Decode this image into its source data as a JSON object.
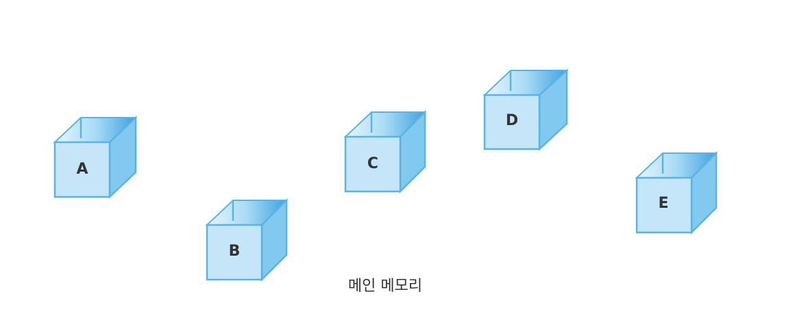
{
  "boxes": [
    {
      "id": "a",
      "label": "A"
    },
    {
      "id": "b",
      "label": "B"
    },
    {
      "id": "c",
      "label": "C"
    },
    {
      "id": "d",
      "label": "D"
    },
    {
      "id": "e",
      "label": "E"
    }
  ],
  "caption": "메인 메모리",
  "colors": {
    "front": "#c5e5f8",
    "side": "#82c9ef",
    "edge": "#58b4e6",
    "text": "#333333"
  }
}
